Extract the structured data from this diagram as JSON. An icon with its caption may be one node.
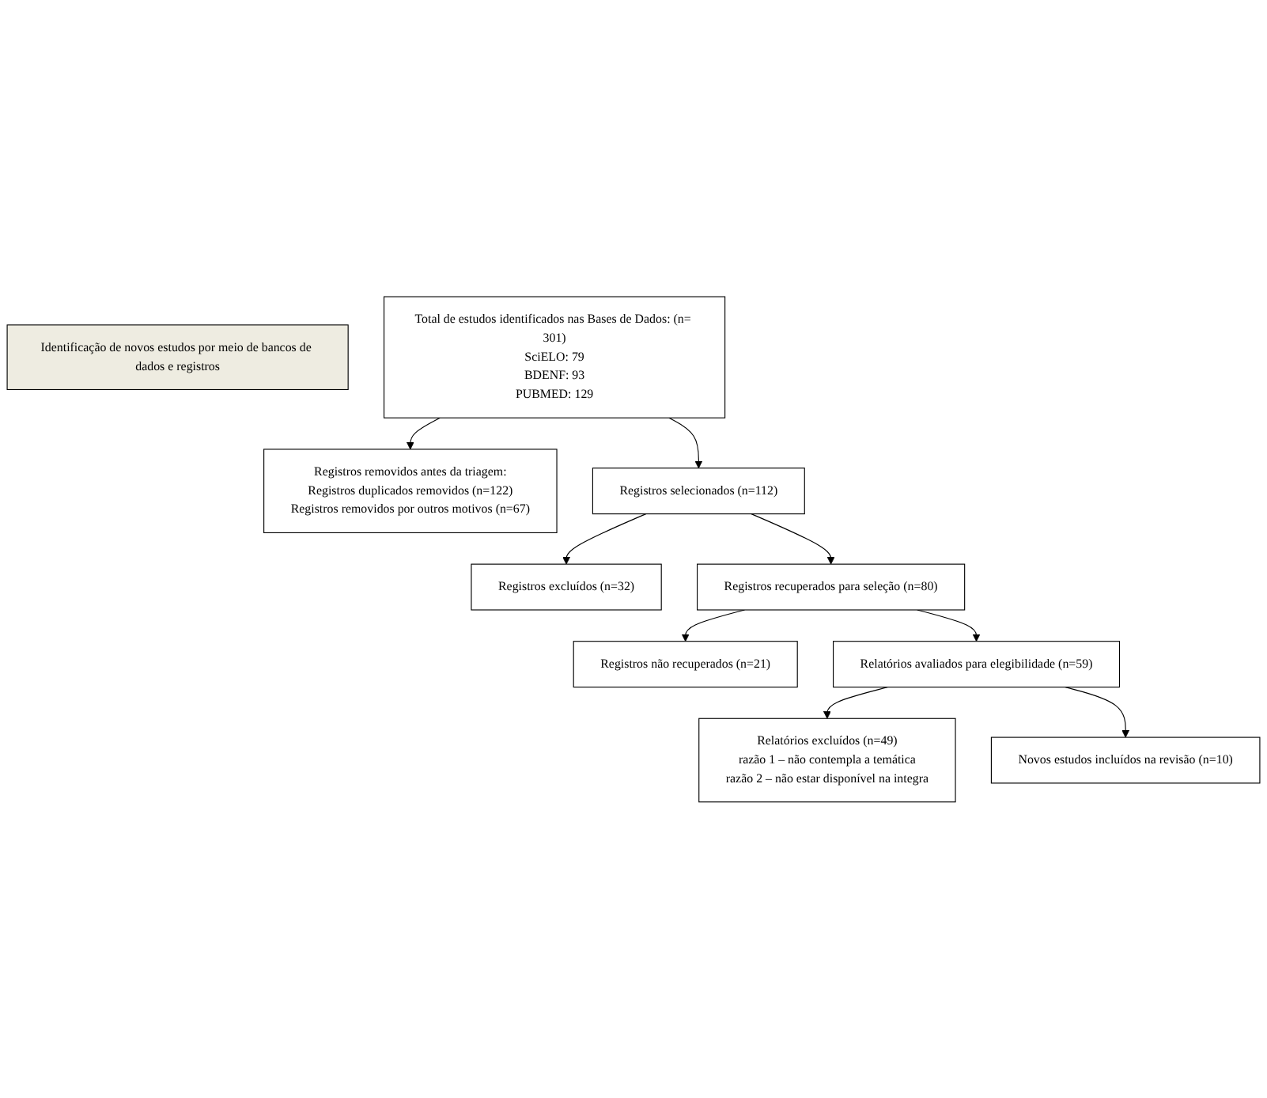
{
  "diagram": {
    "nodes": [
      {
        "text": [
          "Identificação de novos estudos por meio de bancos de dados e registros"
        ]
      },
      {
        "text": [
          "Total de estudos identificados nas Bases de Dados: (n= 301)",
          "SciELO: 79",
          "BDENF: 93",
          "PUBMED: 129"
        ]
      },
      {
        "text": [
          "Registros removidos antes da triagem:",
          "Registros duplicados removidos (n=122)",
          "Registros removidos por outros motivos (n=67)"
        ]
      },
      {
        "text": [
          "Registros selecionados (n=112)"
        ]
      },
      {
        "text": [
          "Registros excluídos (n=32)"
        ]
      },
      {
        "text": [
          "Registros recuperados para seleção (n=80)"
        ]
      },
      {
        "text": [
          "Registros não recuperados (n=21)"
        ]
      },
      {
        "text": [
          "Relatórios avaliados para elegibilidade (n=59)"
        ]
      },
      {
        "text": [
          "Relatórios excluídos (n=49)",
          "razão 1 – não contempla a temática",
          "razão 2 – não estar disponível na integra"
        ]
      },
      {
        "text": [
          "Novos estudos incluídos na revisão (n=10)"
        ]
      }
    ],
    "edges": [
      {
        "from": 1,
        "to": 2,
        "arrow": "to"
      },
      {
        "from": 1,
        "to": 3,
        "arrow": "to"
      },
      {
        "from": 3,
        "to": 4,
        "arrow": "to"
      },
      {
        "from": 3,
        "to": 5,
        "arrow": "to"
      },
      {
        "from": 5,
        "to": 6,
        "arrow": "to"
      },
      {
        "from": 5,
        "to": 7,
        "arrow": "to"
      },
      {
        "from": 7,
        "to": 8,
        "arrow": "to"
      },
      {
        "from": 7,
        "to": 9,
        "arrow": "to"
      }
    ]
  }
}
